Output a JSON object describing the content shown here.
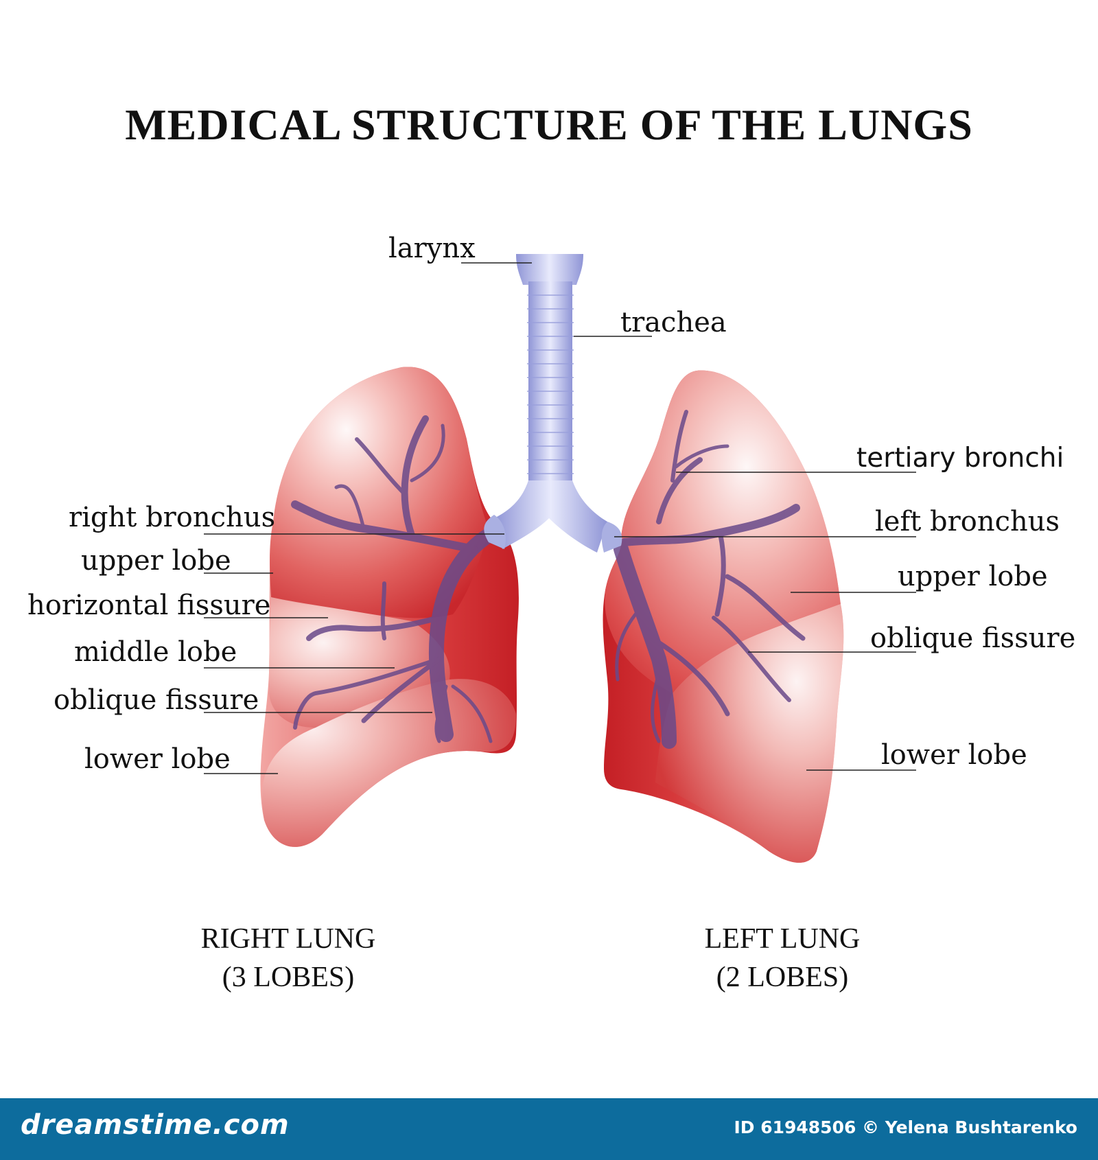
{
  "title": "MEDICAL STRUCTURE OF THE LUNGS",
  "labels": {
    "larynx": "larynx",
    "trachea": "trachea",
    "right_bronchus": "right bronchus",
    "right_upper_lobe": "upper lobe",
    "horizontal_fissure": "horizontal fissure",
    "middle_lobe": "middle lobe",
    "right_oblique_fissure": "oblique fissure",
    "right_lower_lobe": "lower lobe",
    "tertiary_bronchi": "tertiary bronchi",
    "left_bronchus": "left bronchus",
    "left_upper_lobe": "upper lobe",
    "left_oblique_fissure": "oblique fissure",
    "left_lower_lobe": "lower lobe"
  },
  "captions": {
    "right_lung": "RIGHT LUNG",
    "right_lobes": "(3 LOBES)",
    "left_lung": "LEFT LUNG",
    "left_lobes": "(2 LOBES)"
  },
  "footer": {
    "site": "dreamstime.com",
    "credit": "ID 61948506 © Yelena Bushtarenko"
  },
  "colors": {
    "lung_light": "#f6b8b4",
    "lung_dark": "#c8262b",
    "trachea": "#b3b8e6",
    "bronchi_vessels": "#6a4a8a",
    "footer_bg": "#0d6c9d"
  }
}
